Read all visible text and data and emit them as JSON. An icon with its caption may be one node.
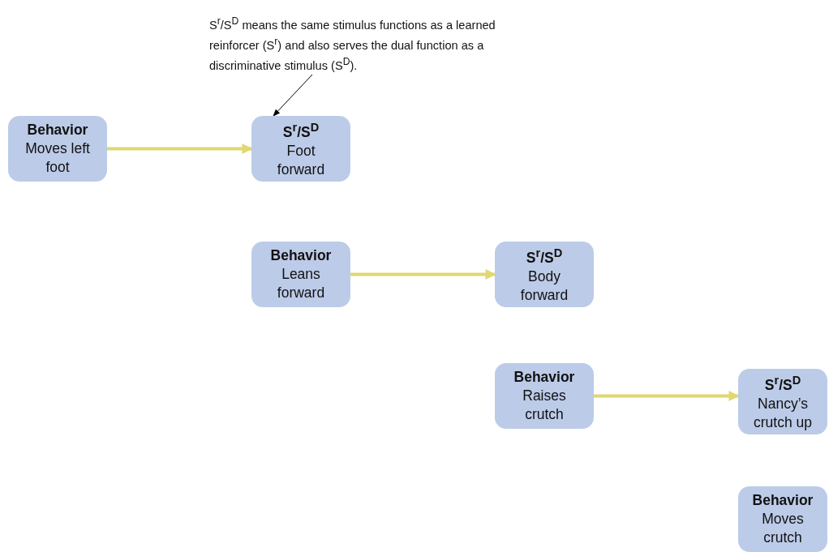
{
  "diagram": {
    "nodes": [
      {
        "text": [
          "S$^{r}$/S$^{D}$ means the same stimulus functions as a learned reinforcer (S$^{r}$) and also serves the dual function as a discriminative stimulus (S$^{D}$)."
        ]
      },
      {
        "text": [
          "Behavior",
          "Moves left foot"
        ]
      },
      {
        "text": [
          "S$^{r}$/S$^{D}$",
          "Foot forward"
        ]
      },
      {
        "text": [
          "Behavior",
          "Leans forward"
        ]
      },
      {
        "text": [
          "S$^{r}$/S$^{D}$",
          "Body forward"
        ]
      },
      {
        "text": [
          "Behavior",
          "Raises crutch"
        ]
      },
      {
        "text": [
          "S$^{r}$/S$^{D}$",
          "Nancy’s crutch up"
        ]
      },
      {
        "text": [
          "Behavior",
          "Moves crutch"
        ]
      }
    ],
    "edges": [
      {
        "from": 0,
        "to": 2,
        "arrow": "to",
        "color": "#000000"
      },
      {
        "from": 1,
        "to": 2,
        "arrow": "to"
      },
      {
        "from": 3,
        "to": 4,
        "arrow": "to"
      },
      {
        "from": 5,
        "to": 6,
        "arrow": "to"
      }
    ]
  }
}
